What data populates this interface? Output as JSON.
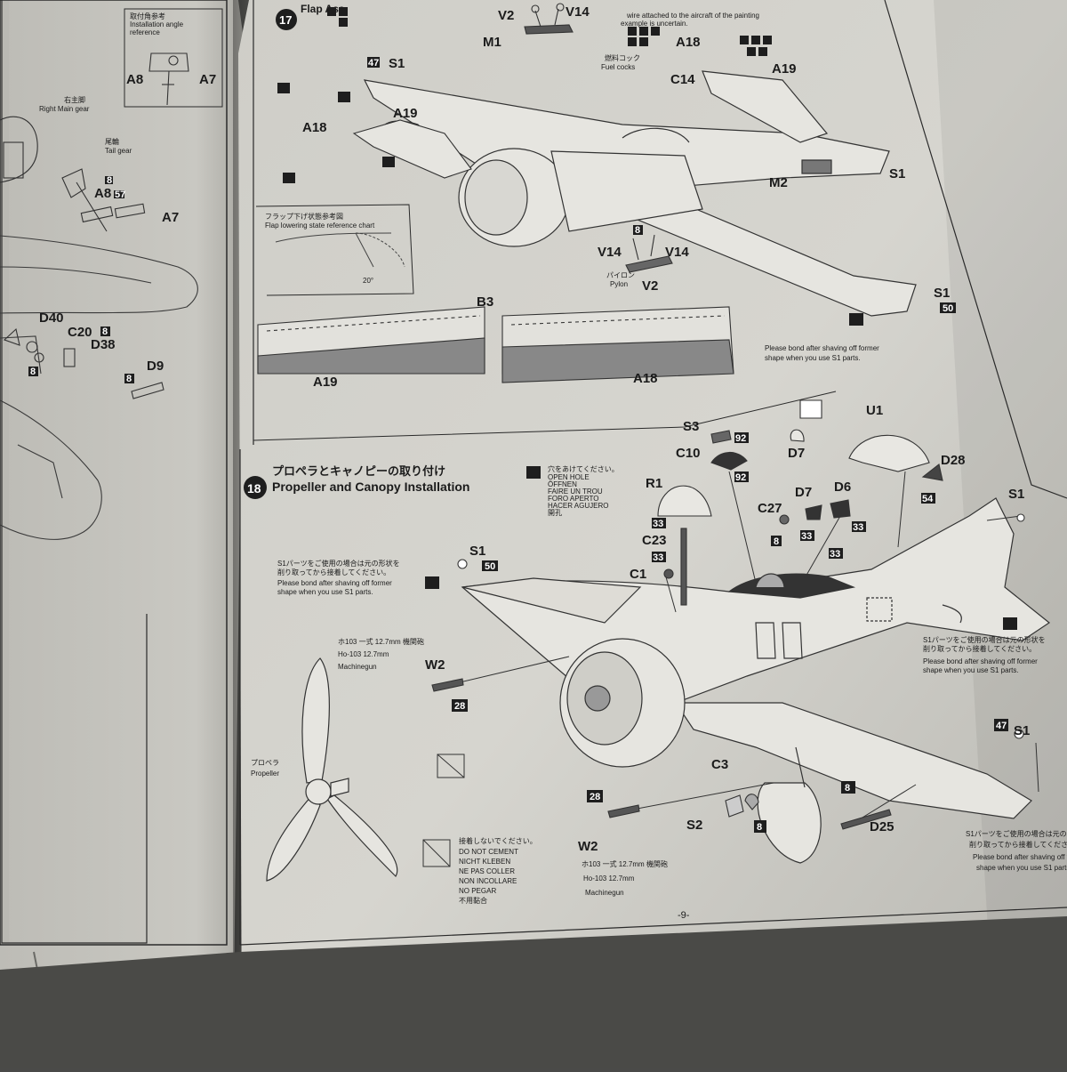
{
  "left_page": {
    "install_angle_jp": "取付角参考",
    "install_angle_en_1": "Installation angle",
    "install_angle_en_2": "reference",
    "right_main_gear_jp": "右主脚",
    "right_main_gear_en": "Right Main gear",
    "tail_gear_jp": "尾輪",
    "tail_gear_en": "Tail gear",
    "labels": {
      "a8_top": "A8",
      "a7_top": "A7",
      "a8": "A8",
      "a7": "A7",
      "d40": "D40",
      "c20": "C20",
      "d38": "D38",
      "d9": "D9"
    },
    "badges": {
      "b8a": "8",
      "b57": "57",
      "b8b": "8",
      "b8c": "8",
      "b8d": "8"
    }
  },
  "step17": {
    "number": "17",
    "title_fragment": "Flap Ass",
    "note_1": "wire attached to the aircraft of the painting",
    "note_2": "example is uncertain.",
    "fuel_cock_jp": "燃料コック",
    "fuel_cock_en": "Fuel cocks",
    "pylon_jp": "パイロン",
    "pylon_en": "Pylon",
    "chart_jp": "フラップ下げ状態参考図",
    "chart_en": "Flap lowering state reference chart",
    "angle": "20°",
    "shave_note_en_1": "Please bond after shaving off former",
    "shave_note_en_2": "shape when you use S1 parts.",
    "labels": {
      "v2_top": "V2",
      "v14_top": "V14",
      "m1": "M1",
      "s1_a": "S1",
      "a18_top": "A18",
      "c14": "C14",
      "a19_top": "A19",
      "a18_mid": "A18",
      "a19_mid": "A19",
      "m2": "M2",
      "s1_b": "S1",
      "v14_a": "V14",
      "v14_b": "V14",
      "v2": "V2",
      "s1_c": "S1",
      "b3": "B3",
      "a19_bottom": "A19",
      "a18_bottom": "A18"
    },
    "badges": {
      "b47": "47",
      "b8a": "8",
      "b50": "50"
    }
  },
  "step18": {
    "number": "18",
    "title_jp": "プロペラとキャノピーの取り付け",
    "title_en": "Propeller and Canopy Installation",
    "drill_jp": "穴をあけてください。",
    "drill_lines": [
      "OPEN HOLE",
      "ÖFFNEN",
      "FAIRE UN TROU",
      "FORO APERTO",
      "HACER AGUJERO",
      "開孔"
    ],
    "shave_note_jp_1": "S1パーツをご使用の場合は元の形状を",
    "shave_note_jp_2": "削り取ってから接着してください。",
    "shave_note_en_1": "Please bond after shaving off former",
    "shave_note_en_2": "shape when you use S1 parts.",
    "machinegun_jp": "ホ103 一式 12.7mm 機関砲",
    "machinegun_en_1": "Ho-103 12.7mm",
    "machinegun_en_2": "Machinegun",
    "propeller_jp": "プロペラ",
    "propeller_en": "Propeller",
    "no_cement_jp": "接着しないでください。",
    "no_cement_lines": [
      "DO NOT CEMENT",
      "NICHT KLEBEN",
      "NE PAS COLLER",
      "NON INCOLLARE",
      "NO PEGAR",
      "不用黏合"
    ],
    "labels": {
      "s3": "S3",
      "c10": "C10",
      "r1": "R1",
      "c23": "C23",
      "c1": "C1",
      "d7_top": "D7",
      "u1": "U1",
      "d28": "D28",
      "c27": "C27",
      "d7": "D7",
      "d6": "D6",
      "s1_left": "S1",
      "s1_tail": "S1",
      "w2_top": "W2",
      "w2_bottom": "W2",
      "c3": "C3",
      "s2": "S2",
      "d25": "D25",
      "s1_wing": "S1"
    },
    "badges": {
      "b92a": "92",
      "b92b": "92",
      "b33a": "33",
      "b33b": "33",
      "b33c": "33",
      "b33d": "33",
      "b33e": "33",
      "b8a": "8",
      "b54": "54",
      "b50": "50",
      "b28a": "28",
      "b28b": "28",
      "b8b": "8",
      "b8c": "8",
      "b47": "47"
    }
  },
  "page_number": "-9-"
}
